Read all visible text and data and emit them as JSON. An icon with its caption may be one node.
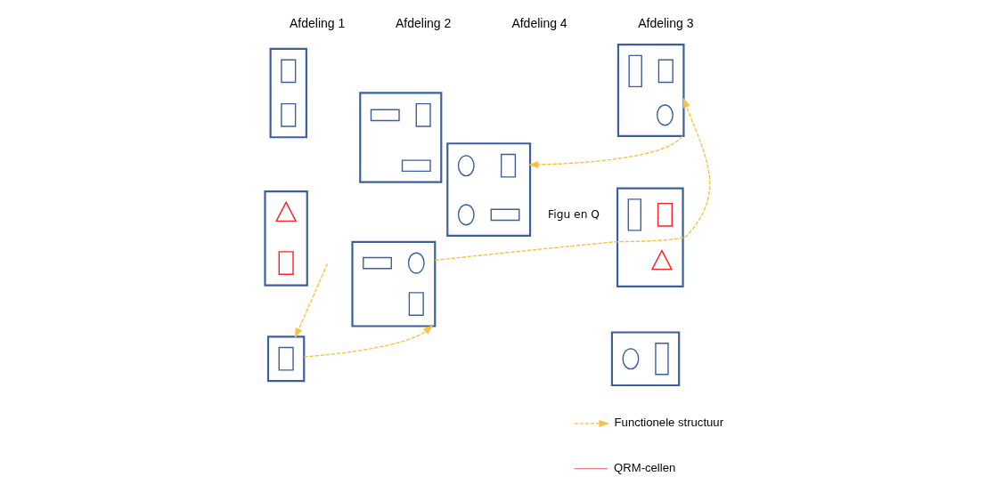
{
  "diagram": {
    "nodes": [
      {
        "text": [],
        "shape": "box"
      },
      {
        "text": [],
        "shape": "box",
        "in": 0
      },
      {
        "text": [],
        "shape": "box",
        "in": 0
      },
      {
        "text": [],
        "shape": "box"
      },
      {
        "text": [],
        "shape": "triangle",
        "in": 3
      },
      {
        "text": [],
        "shape": "box",
        "in": 3
      },
      {
        "text": [],
        "shape": "box"
      },
      {
        "text": [],
        "shape": "box",
        "in": 6
      },
      {
        "text": [],
        "shape": "box"
      },
      {
        "text": [],
        "shape": "box",
        "in": 8
      },
      {
        "text": [],
        "shape": "box",
        "in": 8
      },
      {
        "text": [],
        "shape": "box",
        "in": 8
      },
      {
        "text": [],
        "shape": "box"
      },
      {
        "text": [],
        "shape": "circle",
        "in": 12
      },
      {
        "text": [],
        "shape": "box",
        "in": 12
      },
      {
        "text": [],
        "shape": "box",
        "in": 12
      },
      {
        "text": [],
        "shape": "box"
      },
      {
        "text": [],
        "shape": "box",
        "in": 16
      },
      {
        "text": [],
        "shape": "box",
        "in": 16
      },
      {
        "text": [],
        "shape": "circle",
        "in": 16
      },
      {
        "text": [],
        "shape": "box"
      },
      {
        "text": [],
        "shape": "box",
        "in": 20
      },
      {
        "text": [],
        "shape": "box",
        "in": 20
      },
      {
        "text": [],
        "shape": "triangle",
        "in": 20
      },
      {
        "text": [],
        "shape": "box"
      },
      {
        "text": [],
        "shape": "box",
        "in": 24
      },
      {
        "text": [],
        "shape": "circle",
        "in": 24
      },
      {
        "text": [],
        "shape": "box"
      },
      {
        "text": [],
        "shape": "box",
        "in": 27
      },
      {
        "text": [],
        "shape": "circle",
        "in": 27
      },
      {
        "text": [],
        "shape": "box",
        "in": 27
      },
      {
        "text": [],
        "shape": "circle",
        "in": 27
      }
    ],
    "edges": [
      {
        "from": null,
        "to": 6,
        "arrow": "to",
        "style": "dashed"
      },
      {
        "from": 6,
        "to": 12,
        "arrow": "to",
        "style": "dashed"
      },
      {
        "from": 12,
        "to": 16,
        "arrow": "to",
        "style": "dashed"
      },
      {
        "from": 16,
        "to": 27,
        "arrow": "to",
        "style": "dashed"
      }
    ],
    "labels": [
      "Afdeling 1",
      "Afdeling 2",
      "Afdeling 3",
      "Afdeling 4",
      "Figu en Q"
    ],
    "legend": [
      {
        "text": "Functionele structuur"
      },
      {
        "text": "QRM-cellen"
      }
    ]
  }
}
